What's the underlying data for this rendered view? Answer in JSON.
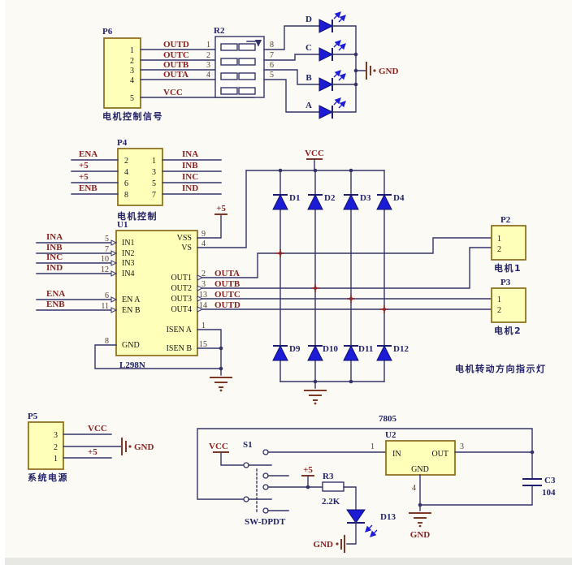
{
  "colors": {
    "wire": "#34346a",
    "component_fill": "#feffb8",
    "component_border": "#8a6a1a",
    "diode_blue": "#1c1cd6",
    "net_label": "#8a2121",
    "designator": "#23236b"
  },
  "p6": {
    "ref": "P6",
    "caption": "电机控制信号",
    "pins": [
      "1",
      "2",
      "3",
      "4",
      "5"
    ],
    "signals": [
      "OUTD",
      "OUTC",
      "OUTB",
      "OUTA",
      "VCC"
    ]
  },
  "r2": {
    "ref": "R2",
    "lpins": [
      "1",
      "2",
      "3",
      "4"
    ],
    "rpins": [
      "8",
      "7",
      "6",
      "5"
    ]
  },
  "leds": {
    "names": [
      "D",
      "C",
      "B",
      "A"
    ],
    "gnd": "GND"
  },
  "p4": {
    "ref": "P4",
    "caption": "电机控制",
    "lpins": [
      "2",
      "4",
      "6",
      "8"
    ],
    "lsigs": [
      "ENA",
      "+5",
      "+5",
      "ENB"
    ],
    "rpins": [
      "1",
      "3",
      "5",
      "7"
    ],
    "rsigs": [
      "INA",
      "INB",
      "INC",
      "IND"
    ]
  },
  "u1": {
    "ref": "U1",
    "part": "L298N",
    "plus5": "+5",
    "in_sigs": [
      "INA",
      "INB",
      "INC",
      "IND"
    ],
    "en_sigs": [
      "ENA",
      "ENB"
    ],
    "lnums": [
      "5",
      "7",
      "10",
      "12",
      "6",
      "11",
      "8"
    ],
    "lnames": [
      "IN1",
      "IN2",
      "IN3",
      "IN4",
      "EN A",
      "EN B",
      "GND"
    ],
    "rnums": [
      "9",
      "4",
      "2",
      "3",
      "13",
      "14",
      "1",
      "15"
    ],
    "rnames": [
      "VSS",
      "VS",
      "OUT1",
      "OUT2",
      "OUT3",
      "OUT4",
      "ISEN A",
      "ISEN B"
    ],
    "out_sigs": [
      "OUTA",
      "OUTB",
      "OUTC",
      "OUTD"
    ]
  },
  "bridge": {
    "vcc": "VCC",
    "top": [
      "D1",
      "D2",
      "D3",
      "D4"
    ],
    "bot": [
      "D9",
      "D10",
      "D11",
      "D12"
    ]
  },
  "p2": {
    "ref": "P2",
    "caption": "电机1",
    "pins": [
      "1",
      "2"
    ]
  },
  "p3": {
    "ref": "P3",
    "caption": "电机2",
    "pins": [
      "1",
      "2"
    ]
  },
  "note": "电机转动方向指示灯",
  "p5": {
    "ref": "P5",
    "caption": "系统电源",
    "pins": [
      "3",
      "2",
      "1"
    ],
    "sigs": [
      "VCC",
      "GND",
      "+5"
    ]
  },
  "ps": {
    "vcc": "VCC",
    "s1": "S1",
    "sw": "SW-DPDT",
    "plus5": "+5",
    "r3": "R3",
    "r3v": "2.2K",
    "d13": "D13",
    "gnd": "GND",
    "u2": "U2",
    "u2part": "7805",
    "in": "IN",
    "out": "OUT",
    "gndpin": "GND",
    "n1": "1",
    "n3": "3",
    "n4": "4",
    "c3": "C3",
    "c3v": "104"
  }
}
